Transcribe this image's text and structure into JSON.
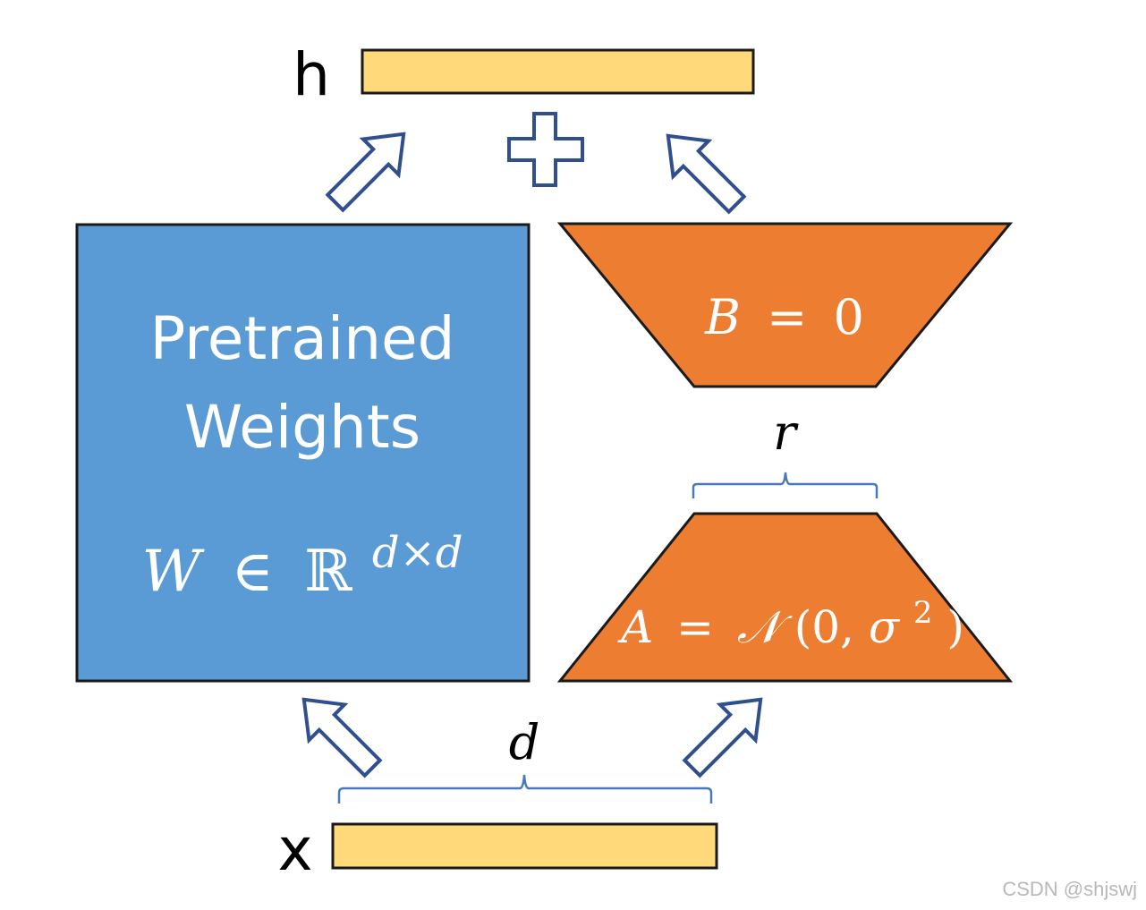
{
  "diagram": {
    "output_label": "h",
    "input_label": "x",
    "pretrained": {
      "line1": "Pretrained",
      "line2": "Weights",
      "formula_W": "W",
      "formula_in": "∈",
      "formula_R": "ℝ",
      "formula_exp": "d×d"
    },
    "matrix_B": {
      "name": "B",
      "eq": "=",
      "value": "0"
    },
    "matrix_A": {
      "name": "A",
      "eq": "=",
      "dist": "𝒩",
      "open": "(0,",
      "sigma": "σ",
      "power": "2",
      "close": ")"
    },
    "rank_label": "r",
    "dim_label": "d",
    "colors": {
      "vector_fill": "#ffd97a",
      "pretrained_fill": "#5b9bd5",
      "lora_fill": "#ed7d31",
      "arrow_stroke": "#2f4f8f",
      "brace_stroke": "#4a78b8"
    }
  },
  "watermark": "CSDN @shjswj"
}
